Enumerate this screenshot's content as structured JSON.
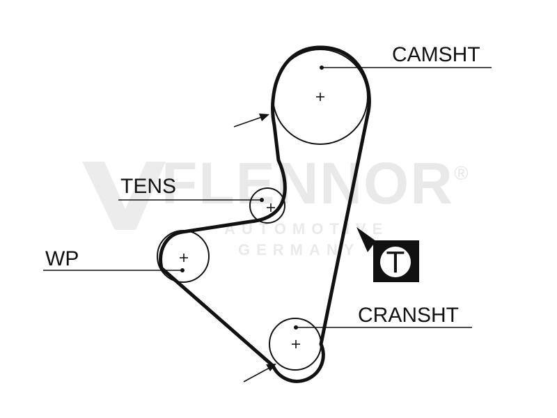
{
  "labels": {
    "camshaft": "CAMSHT",
    "tensioner": "TENS",
    "water_pump": "WP",
    "crankshaft": "CRANSHT"
  },
  "watermark": {
    "brand": "FLENNOR",
    "line1": "AUTOMOTIVE",
    "line2": "GERMANY",
    "registered": "®"
  },
  "tooth_symbol": "T",
  "colors": {
    "belt": "#111111",
    "pulley": "#111111",
    "watermark": "#e9e9e9"
  }
}
